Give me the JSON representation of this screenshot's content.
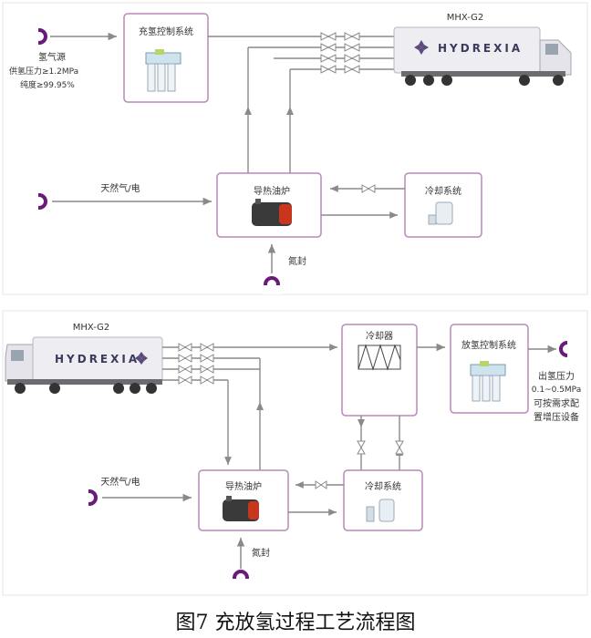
{
  "top": {
    "truck_label": "MHX-G2",
    "brand": "HYDREXIA",
    "h2_source_title": "氢气源",
    "h2_source_pressure": "供氢压力≥1.2MPa",
    "h2_source_purity": "纯度≥99.95%",
    "charge_control": "充氢控制系统",
    "oil_furnace": "导热油炉",
    "cooling": "冷却系统",
    "gas_power": "天然气/电",
    "nitrogen": "氮封"
  },
  "bottom": {
    "truck_label": "MHX-G2",
    "brand": "HYDREXIA",
    "cooler": "冷却器",
    "discharge_control": "放氢控制系统",
    "out_pressure_1": "出氢压力",
    "out_pressure_2": "0.1~0.5MPa",
    "out_pressure_3": "可按需求配",
    "out_pressure_4": "置增压设备",
    "oil_furnace": "导热油炉",
    "cooling": "冷却系统",
    "gas_power": "天然气/电",
    "nitrogen": "氮封"
  },
  "caption": "图7  充放氢过程工艺流程图",
  "colors": {
    "box_border": "#b98ab8",
    "line": "#8a8a8a",
    "source": "#6a1b7a"
  }
}
